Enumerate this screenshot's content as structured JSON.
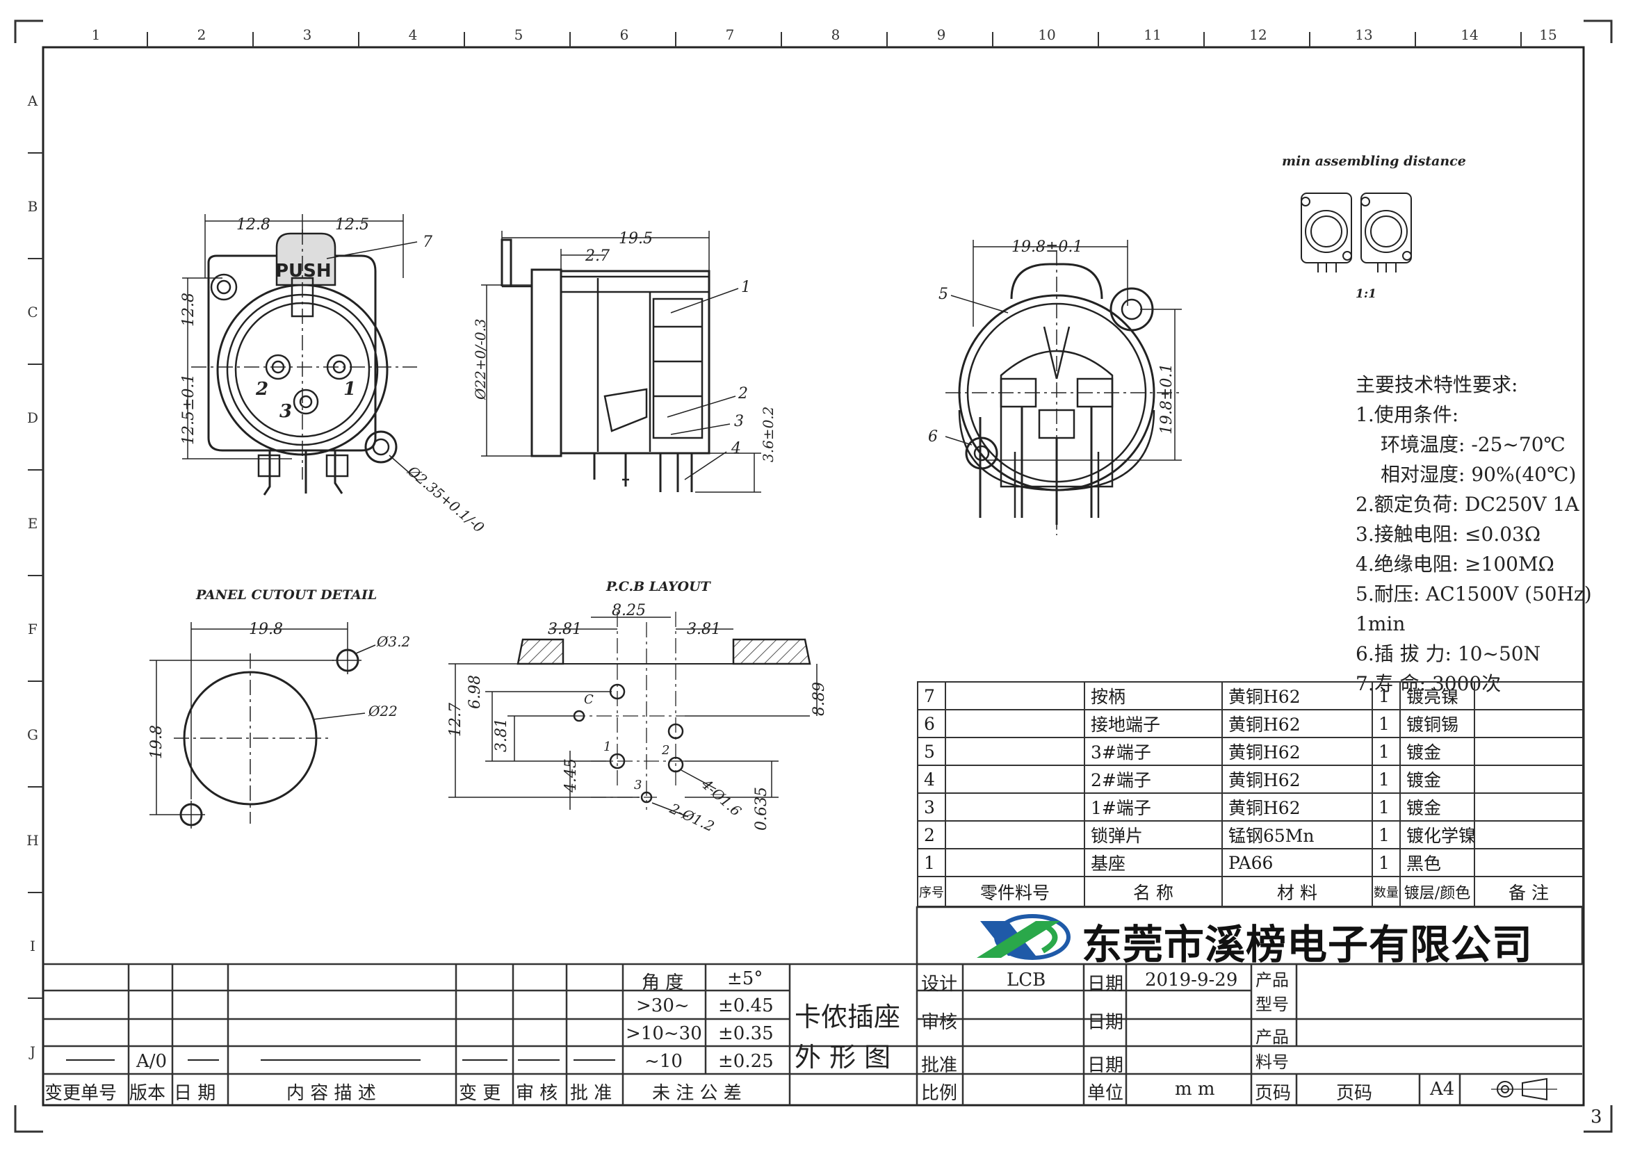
{
  "frame": {
    "column_numbers": [
      "1",
      "2",
      "3",
      "4",
      "5",
      "6",
      "7",
      "8",
      "9",
      "10",
      "11",
      "12",
      "13",
      "14",
      "15"
    ],
    "row_letters": [
      "A",
      "B",
      "C",
      "D",
      "E",
      "F",
      "G",
      "H",
      "I",
      "J"
    ],
    "sheet_number": "3"
  },
  "views": {
    "front": {
      "dim_top_left": "12.8",
      "dim_top_right": "12.5",
      "dim_left_upper": "12.8",
      "dim_left_lower": "12.5±0.1",
      "hole_dia": "Ø2.35+0.1/-0",
      "push_label": "PUSH",
      "pin_labels": [
        "2",
        "1",
        "3"
      ],
      "balloon": "7"
    },
    "side": {
      "dim_length": "19.5",
      "dim_offset": "2.7",
      "dim_dia": "Ø22+0/-0.3",
      "dim_height": "3.6±0.2",
      "balloons": [
        "1",
        "2",
        "3",
        "4"
      ]
    },
    "rear": {
      "dim_width": "19.8±0.1",
      "dim_height": "19.8±0.1",
      "balloons": [
        "5",
        "6"
      ]
    },
    "assembly": {
      "title": "min assembling distance",
      "scale": "1:1"
    },
    "panel_cutout": {
      "title": "PANEL CUTOUT DETAIL",
      "dim_width": "19.8",
      "dim_height": "19.8",
      "hole_dia": "Ø3.2",
      "circle_dia": "Ø22"
    },
    "pcb_layout": {
      "title": "P.C.B LAYOUT",
      "dim_top": "8.25",
      "dim_left": "3.81",
      "dim_right": "3.81",
      "dim_v1": "12.7",
      "dim_v2": "6.98",
      "dim_v3": "3.81",
      "dim_v4": "4.45",
      "dim_right_v": "8.89",
      "dim_small": "0.635",
      "hole_large": "4-Ø1.6",
      "hole_small": "2-Ø1.2",
      "pin_labels": [
        "C",
        "1",
        "2",
        "3"
      ]
    }
  },
  "notes": {
    "heading": "主要技术特性要求:",
    "lines": [
      {
        "text": "1.使用条件:",
        "indent": false
      },
      {
        "text": "环境温度: -25~70℃",
        "indent": true
      },
      {
        "text": "相对湿度: 90%(40℃)",
        "indent": true
      },
      {
        "text": "2.额定负荷: DC250V 1A",
        "indent": false
      },
      {
        "text": "3.接触电阻: ≤0.03Ω",
        "indent": false
      },
      {
        "text": "4.绝缘电阻: ≥100MΩ",
        "indent": false
      },
      {
        "text": "5.耐压: AC1500V (50Hz) 1min",
        "indent": false
      },
      {
        "text": "6.插 拔 力: 10~50N",
        "indent": false
      },
      {
        "text": "7.寿    命: 3000次",
        "indent": false
      }
    ]
  },
  "parts_list": {
    "rows": [
      {
        "no": "7",
        "part": "",
        "name": "按柄",
        "material": "黄铜H62",
        "qty": "1",
        "finish": "镀亮镍",
        "remark": ""
      },
      {
        "no": "6",
        "part": "",
        "name": "接地端子",
        "material": "黄铜H62",
        "qty": "1",
        "finish": "镀铜锡",
        "remark": ""
      },
      {
        "no": "5",
        "part": "",
        "name": "3#端子",
        "material": "黄铜H62",
        "qty": "1",
        "finish": "镀金",
        "remark": ""
      },
      {
        "no": "4",
        "part": "",
        "name": "2#端子",
        "material": "黄铜H62",
        "qty": "1",
        "finish": "镀金",
        "remark": ""
      },
      {
        "no": "3",
        "part": "",
        "name": "1#端子",
        "material": "黄铜H62",
        "qty": "1",
        "finish": "镀金",
        "remark": ""
      },
      {
        "no": "2",
        "part": "",
        "name": "锁弹片",
        "material": "锰钢65Mn",
        "qty": "1",
        "finish": "镀化学镍",
        "remark": ""
      },
      {
        "no": "1",
        "part": "",
        "name": "基座",
        "material": "PA66",
        "qty": "1",
        "finish": "黑色",
        "remark": ""
      }
    ],
    "header": {
      "no": "序号",
      "part": "零件料号",
      "name": "名  称",
      "material": "材      料",
      "qty": "数量",
      "finish": "镀层/颜色",
      "remark": "备  注"
    }
  },
  "title_block": {
    "company": "东莞市溪榜电子有限公司",
    "logo_text": "XB",
    "tol_angle_label": "角 度",
    "tol_angle_value": "±5°",
    "tol_rows": [
      {
        "range": ">30~",
        "value": "±0.45"
      },
      {
        "range": ">10~30",
        "value": "±0.35"
      },
      {
        "range": "~10",
        "value": "±0.25"
      }
    ],
    "tol_caption": "未 注 公 差",
    "product_name_line1": "卡侬插座",
    "product_name_line2": "外 形 图",
    "revision": "A/0",
    "rev_headers": [
      "变更单号",
      "版本",
      "日 期",
      "内 容 描 述",
      "变 更",
      "审 核",
      "批 准"
    ],
    "design_label": "设计",
    "designer": "LCB",
    "date_label": "日期",
    "design_date": "2019-9-29",
    "model_label_1": "产品",
    "model_label_2": "型号",
    "review_label": "审核",
    "approve_label": "批准",
    "partno_label_1": "产品",
    "partno_label_2": "料号",
    "scale_label": "比例",
    "unit_label": "单位",
    "unit_value": "m m",
    "page_label": "页码",
    "page_value": "页码",
    "paper_size": "A4",
    "colors": {
      "line": "#333333",
      "logo_blue": "#1f5aa8",
      "logo_green": "#2aa84a",
      "hatch": "#555555"
    }
  }
}
